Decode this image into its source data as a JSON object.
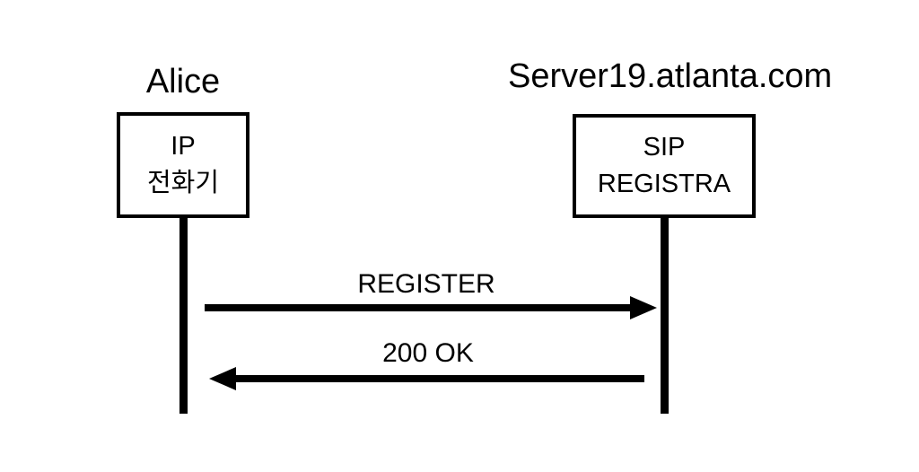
{
  "diagram": {
    "description": "SIP registration message sequence diagram",
    "colors": {
      "foreground": "#000000",
      "background": "#ffffff"
    },
    "actors": [
      {
        "name": "Alice",
        "box_lines": [
          "IP",
          "전화기"
        ]
      },
      {
        "name": "Server19.atlanta.com",
        "box_lines": [
          "SIP",
          "REGISTRA"
        ]
      }
    ],
    "messages": [
      {
        "label": "REGISTER",
        "direction": "right"
      },
      {
        "label": "200 OK",
        "direction": "left"
      }
    ]
  }
}
